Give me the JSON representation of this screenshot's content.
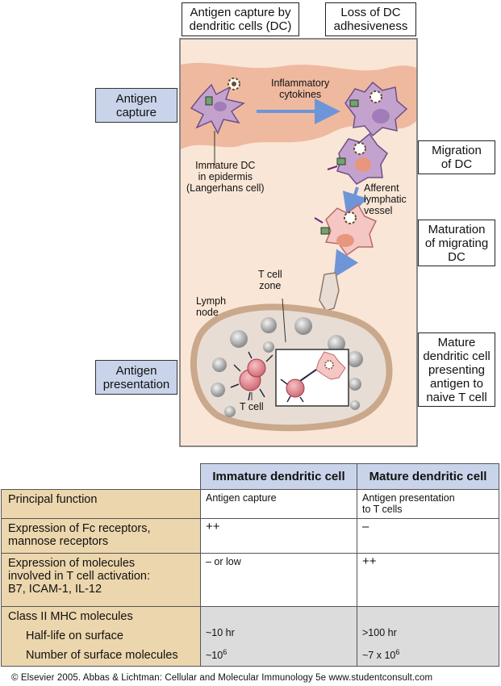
{
  "headers": {
    "left": "Antigen capture by\ndendritic cells (DC)",
    "right": "Loss of DC\nadhesiveness"
  },
  "side_labels": {
    "antigen_capture": "Antigen\ncapture",
    "antigen_presentation": "Antigen\npresentation"
  },
  "right_labels": {
    "migration": "Migration\nof DC",
    "maturation": "Maturation\nof migrating\nDC",
    "mature": "Mature\ndendritic cell\npresenting\nantigen to\nnaive T cell"
  },
  "annotations": {
    "inflammatory": "Inflammatory\ncytokines",
    "immature_dc": "Immature DC\nin epidermis\n(Langerhans cell)",
    "afferent": "Afferent\nlymphatic\nvessel",
    "t_cell_zone": "T cell\nzone",
    "lymph_node": "Lymph\nnode",
    "t_cell": "T cell"
  },
  "table": {
    "columns": [
      "Immature dendritic cell",
      "Mature dendritic cell"
    ],
    "rows": [
      {
        "label": "Principal function",
        "immature": "Antigen capture",
        "mature": "Antigen presentation\nto T cells"
      },
      {
        "label": "Expression of Fc receptors,\nmannose receptors",
        "immature": "++",
        "mature": "–"
      },
      {
        "label": "Expression of molecules\ninvolved in T cell activation:\nB7, ICAM-1, IL-12",
        "immature": "– or low",
        "mature": "++"
      }
    ],
    "mhc": {
      "label": "Class II MHC molecules",
      "half_life_label": "Half-life on surface",
      "half_life_immature": "~10 hr",
      "half_life_mature": ">100 hr",
      "number_label": "Number of surface molecules",
      "number_immature_base": "~10",
      "number_immature_exp": "6",
      "number_mature_base": "~7 x 10",
      "number_mature_exp": "6"
    }
  },
  "footer": "© Elsevier 2005. Abbas & Lichtman: Cellular and Molecular Immunology 5e www.studentconsult.com",
  "colors": {
    "tissue": "#fae6d6",
    "epidermis": "#efb9a0",
    "node_fill": "#e8ddd4",
    "node_border": "#c9a88c",
    "arrow": "#6e95d8",
    "dc": "#c3a3ce",
    "nucleus": "#a07cb8",
    "tcell": "#e48b93",
    "label_blue": "#c9d4ea",
    "label_tan": "#ecd6ad"
  }
}
